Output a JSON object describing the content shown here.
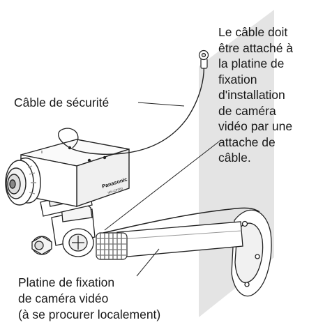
{
  "labels": {
    "safety_cable": "Câble de sécurité",
    "note_lines": [
      " Le câble doit",
      "être attaché à",
      "la platine de",
      "fixation",
      "d'installation",
      "de caméra",
      "vidéo par une",
      "attache de",
      "câble."
    ],
    "bracket_lines": [
      "Platine de fixation",
      "de caméra vidéo",
      "(à se procurer localement)"
    ],
    "brand": "Panasonic",
    "model": "WV-CP300"
  },
  "colors": {
    "wall": "#e4e4e4",
    "outline": "#222222",
    "fill": "#ffffff",
    "shade": "#cfcfcf"
  }
}
